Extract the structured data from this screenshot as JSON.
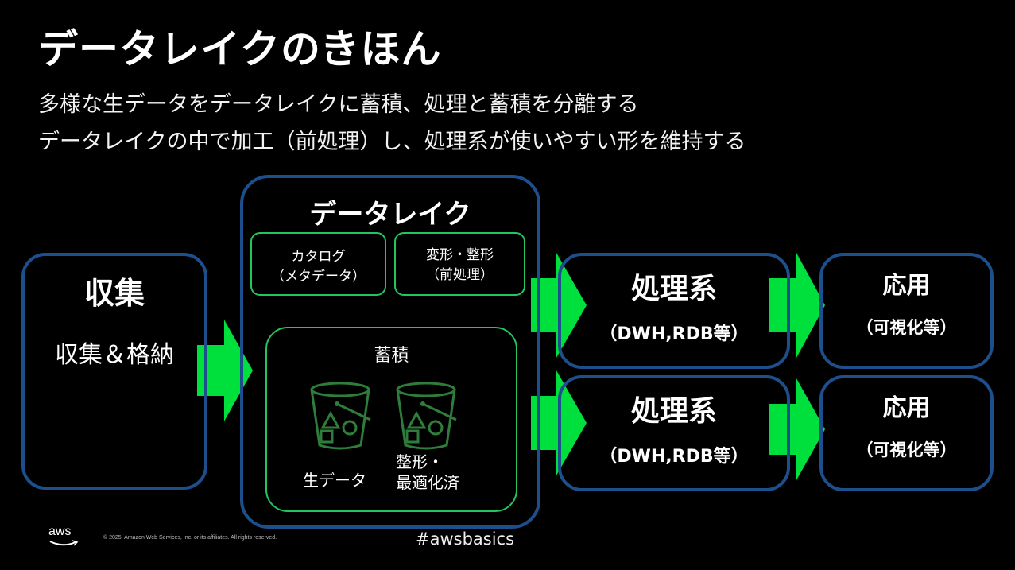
{
  "title": "データレイクのきほん",
  "subtitles": [
    "多様な生データをデータレイクに蓄積、処理と蓄積を分離する",
    "データレイクの中で加工（前処理）し、処理系が使いやすい形を維持する"
  ],
  "collect": {
    "title": "収集",
    "desc": "収集＆格納"
  },
  "lake": {
    "title": "データレイク",
    "catalog": [
      "カタログ",
      "（メタデータ）"
    ],
    "transform": [
      "変形・整形",
      "（前処理）"
    ],
    "storage": {
      "title": "蓄積",
      "raw": "生データ",
      "optimized": [
        "整形・",
        "最適化済"
      ]
    }
  },
  "processing": [
    {
      "title": "処理系",
      "desc": "（DWH,RDB等）"
    },
    {
      "title": "処理系",
      "desc": "（DWH,RDB等）"
    }
  ],
  "application": [
    {
      "title": "応用",
      "desc": "（可視化等）"
    },
    {
      "title": "応用",
      "desc": "（可視化等）"
    }
  ],
  "footer": {
    "logo": "aws",
    "copyright": "© 2025, Amazon Web Services, Inc. or its affiliates. All rights reserved.",
    "hashtag": "#awsbasics"
  },
  "colors": {
    "border_blue": "#1d4f8c",
    "arrow_green": "#00e03c",
    "outline_green": "#22c55e",
    "icon_green": "#2f7d3a"
  }
}
